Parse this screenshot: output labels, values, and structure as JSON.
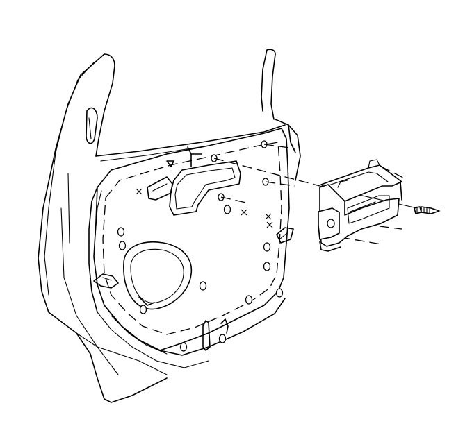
{
  "diagram": {
    "subject": "door-panel-exploded-view",
    "components": [
      "door-shell",
      "door-inner-panel",
      "speaker-opening",
      "handle-bracket",
      "retaining-screw"
    ],
    "line_color": "#000000",
    "background_color": "#ffffff"
  }
}
